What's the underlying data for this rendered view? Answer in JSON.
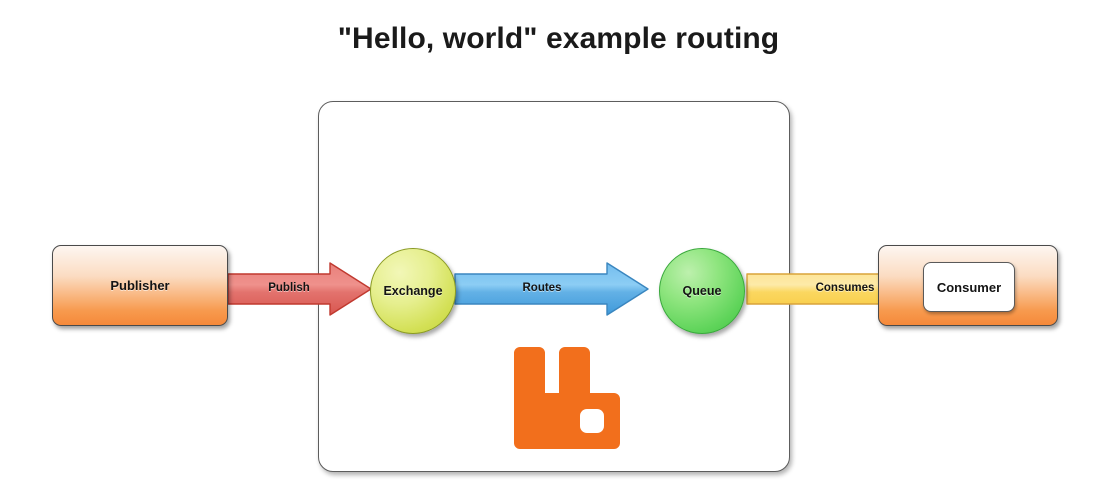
{
  "title": "\"Hello, world\" example routing",
  "broker": {
    "logo_name": "rabbitmq-logo",
    "logo_color": "#f26f1c"
  },
  "nodes": [
    {
      "id": "publisher",
      "label": "Publisher",
      "shape": "rounded-rect",
      "color": "#f6893a"
    },
    {
      "id": "exchange",
      "label": "Exchange",
      "shape": "circle",
      "color": "#d3e055"
    },
    {
      "id": "queue",
      "label": "Queue",
      "shape": "circle",
      "color": "#5fd45a"
    },
    {
      "id": "consumer",
      "label": "Consumer",
      "shape": "rounded-rect-inner-card",
      "color": "#f6893a"
    }
  ],
  "arrows": [
    {
      "id": "publish",
      "label": "Publish",
      "from": "publisher",
      "to": "exchange",
      "color": "#e0645f"
    },
    {
      "id": "routes",
      "label": "Routes",
      "from": "exchange",
      "to": "queue",
      "color": "#5fb3e8"
    },
    {
      "id": "consumes",
      "label": "Consumes",
      "from": "queue",
      "to": "consumer",
      "color": "#fbd860"
    }
  ]
}
